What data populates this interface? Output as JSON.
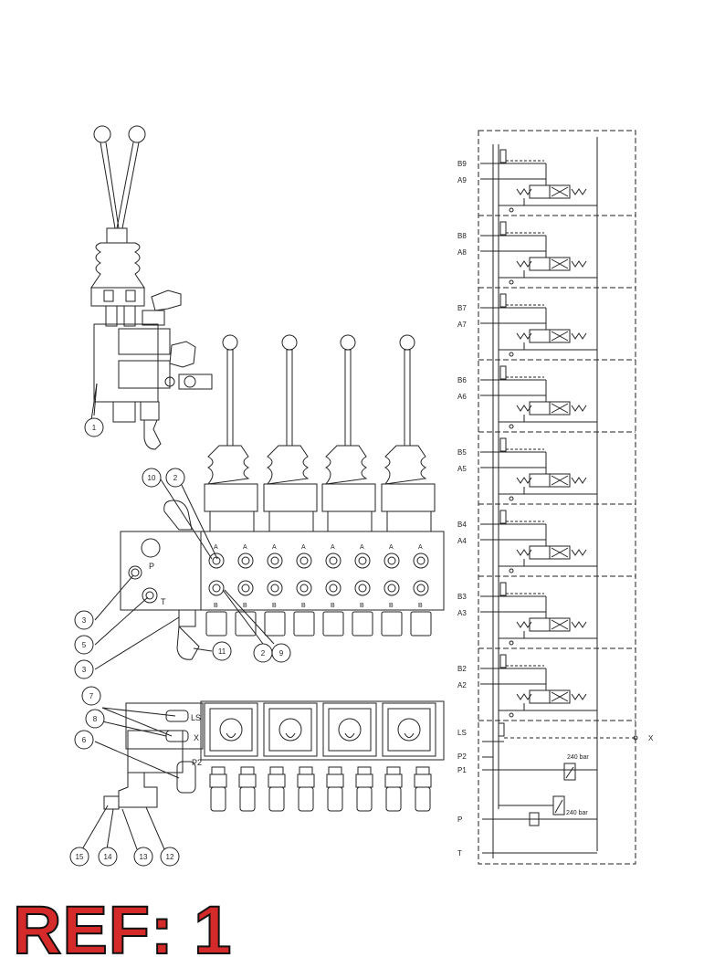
{
  "ref_label": "REF: 1",
  "callouts": [
    "1",
    "2",
    "3",
    "5",
    "3",
    "11",
    "2",
    "9",
    "10",
    "7",
    "8",
    "6",
    "15",
    "14",
    "13",
    "12"
  ],
  "port_letters": {
    "top": "A",
    "bottom": "B"
  },
  "block_labels": {
    "p": "P",
    "t": "T",
    "ls": "LS",
    "x": "X",
    "p2": "P2"
  },
  "schematic": {
    "sections": [
      {
        "b": "B9",
        "a": "A9"
      },
      {
        "b": "B8",
        "a": "A8"
      },
      {
        "b": "B7",
        "a": "A7"
      },
      {
        "b": "B6",
        "a": "A6"
      },
      {
        "b": "B5",
        "a": "A5"
      },
      {
        "b": "B4",
        "a": "A4"
      },
      {
        "b": "B3",
        "a": "A3"
      },
      {
        "b": "B2",
        "a": "A2"
      }
    ],
    "ports": {
      "ls": "LS",
      "x": "X",
      "p2": "P2",
      "p1": "P1",
      "p": "P",
      "t": "T"
    },
    "relief_1": "240 bar",
    "relief_2": "240 bar"
  }
}
